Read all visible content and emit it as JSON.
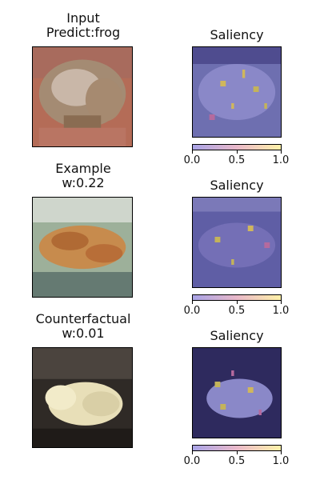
{
  "rows": [
    {
      "left_title": "Input\nPredict:frog",
      "left_image": "frog photo (input)",
      "right_title": "Saliency"
    },
    {
      "left_title": "Example\nw:0.22",
      "left_image": "frog photo (example)",
      "right_title": "Saliency"
    },
    {
      "left_title": "Counterfactual\nw:0.01",
      "left_image": "white puppy lying down (counterfactual)",
      "right_title": "Saliency"
    }
  ],
  "colorbar": {
    "ticks": [
      "0.0",
      "0.5",
      "1.0"
    ],
    "colors": [
      "#a8a3e6",
      "#e9b8c9",
      "#fff2a8"
    ]
  }
}
